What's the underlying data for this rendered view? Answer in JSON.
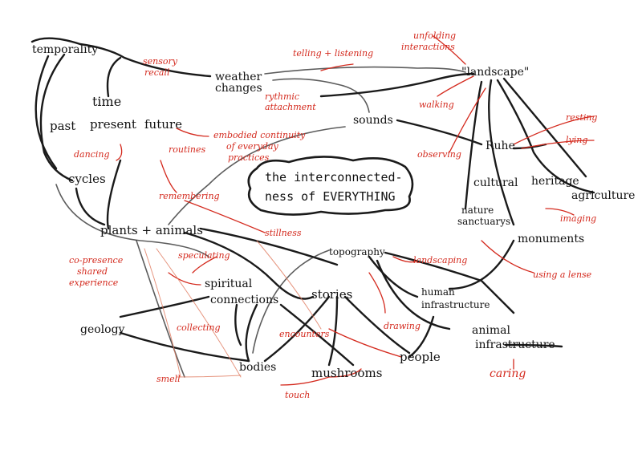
{
  "center": {
    "line1": "the interconnected-",
    "line2": "ness of EVERYTHING"
  },
  "black_labels": {
    "temporality": "temporality",
    "weather": "weather",
    "changes": "changes",
    "time": "time",
    "past": "past",
    "present": "present",
    "future": "future",
    "sounds": "sounds",
    "landscape": "\"landscape\"",
    "ruhe": "Ruhe",
    "cycles": "cycles",
    "cultural": "cultural",
    "heritage": "heritage",
    "agriculture": "agriculture",
    "nature": "nature",
    "sanctuarys": "sanctuarys",
    "monuments": "monuments",
    "plants_animals": "plants + animals",
    "topography": "topography",
    "spiritual": "spiritual",
    "connections": "connections",
    "stories": "stories",
    "human": "human",
    "infrastructure": "infrastructure",
    "animal": "animal",
    "infrastructure2": "infrastructure",
    "geology": "geology",
    "people": "people",
    "bodies": "bodies",
    "mushrooms": "mushrooms"
  },
  "red_labels": {
    "sensory": "sensory",
    "recall": "recall",
    "telling": "telling + listening",
    "unfolding": "unfolding",
    "interactions": "interactions",
    "rythmic": "rythmic",
    "attachment": "attachment",
    "walking": "walking",
    "resting": "resting",
    "lying": "lying",
    "embodied1": "embodied continuity",
    "embodied2": "of everyday",
    "embodied3": "practices",
    "routines": "routines",
    "dancing": "dancing",
    "observing": "observing",
    "remembering": "remembering",
    "imaging": "imaging",
    "stillness": "stillness",
    "speculating": "speculating",
    "landscaping": "landscaping",
    "using_lense": "using a lense",
    "copresence": "co-presence",
    "shared": "shared",
    "experience": "experience",
    "drawing": "drawing",
    "collecting": "collecting",
    "encounters": "encounters",
    "caring": "caring",
    "smell": "smell",
    "touch": "touch"
  },
  "colors": {
    "ink": "#111111",
    "red_ink": "#d42a1e"
  }
}
